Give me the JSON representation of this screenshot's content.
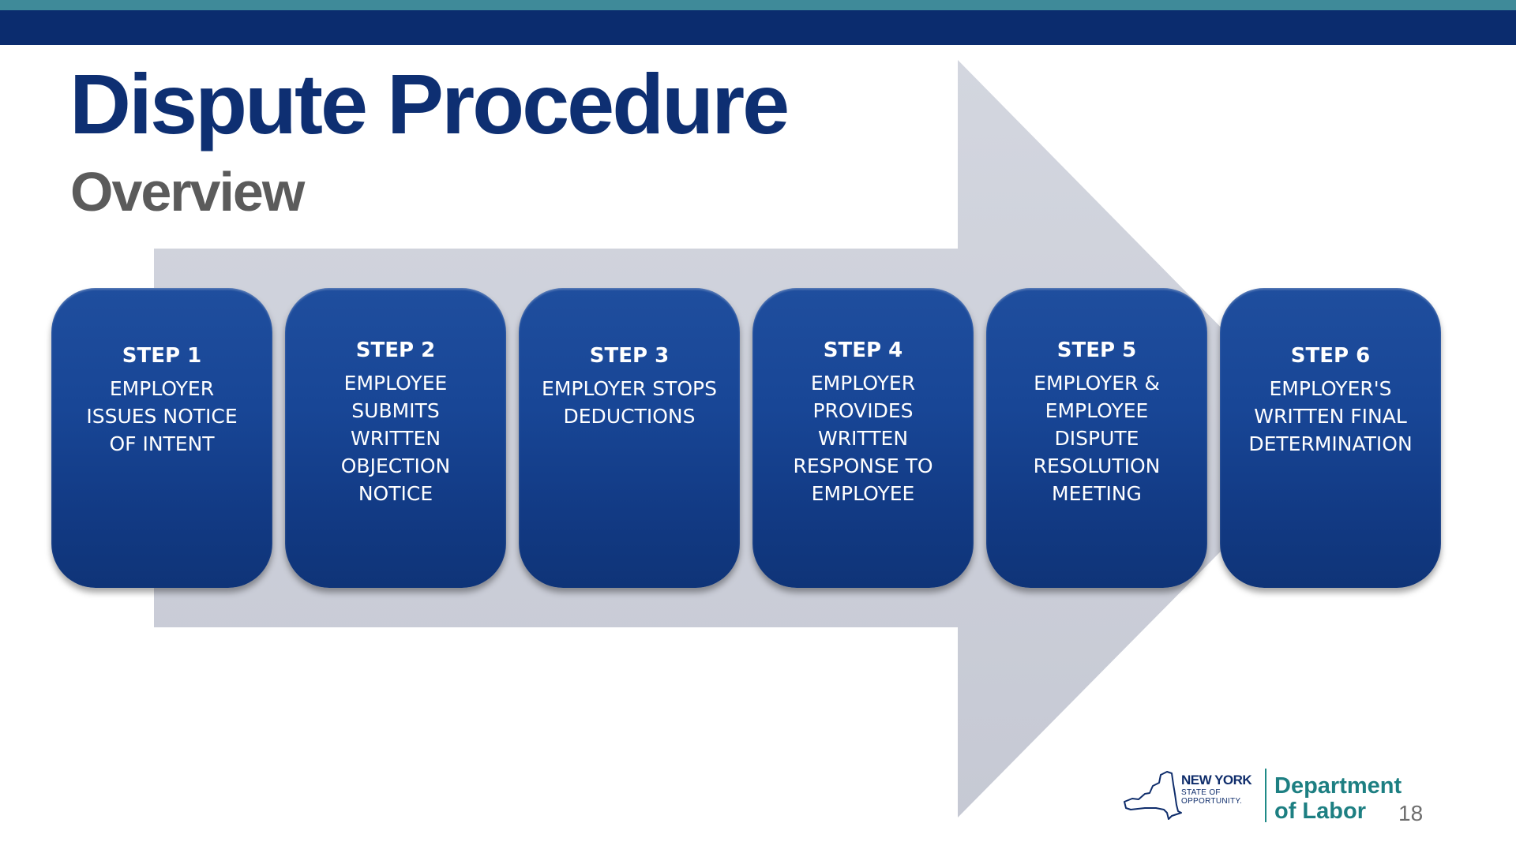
{
  "slide": {
    "title": "Dispute Procedure",
    "subtitle": "Overview",
    "page_number": "18"
  },
  "colors": {
    "header_teal": "#3f8a99",
    "header_navy": "#0b2c6e",
    "title_navy": "#0e2f72",
    "subtitle_gray": "#5b5b5b",
    "arrow_gray": "#cdd0da",
    "step_blue": "#184696",
    "logo_teal": "#1d7f82"
  },
  "steps": [
    {
      "label": "STEP 1",
      "text": [
        "EMPLOYER",
        "ISSUES NOTICE",
        "OF INTENT"
      ]
    },
    {
      "label": "STEP 2",
      "text": [
        "EMPLOYEE",
        "SUBMITS",
        "WRITTEN",
        "OBJECTION",
        "NOTICE"
      ]
    },
    {
      "label": "STEP 3",
      "text": [
        "EMPLOYER STOPS",
        "DEDUCTIONS"
      ]
    },
    {
      "label": "STEP 4",
      "text": [
        "EMPLOYER",
        "PROVIDES",
        "WRITTEN",
        "RESPONSE TO",
        "EMPLOYEE"
      ]
    },
    {
      "label": "STEP 5",
      "text": [
        "EMPLOYER &",
        "EMPLOYEE",
        "DISPUTE",
        "RESOLUTION",
        "MEETING"
      ]
    },
    {
      "label": "STEP 6",
      "text": [
        "EMPLOYER'S",
        "WRITTEN FINAL",
        "DETERMINATION"
      ]
    }
  ],
  "logo": {
    "state_name": "NEW YORK",
    "state_tagline_1": "STATE OF",
    "state_tagline_2": "OPPORTUNITY.",
    "dept_line_1": "Department",
    "dept_line_2": "of Labor",
    "state_icon": "new-york-state-outline-icon"
  }
}
